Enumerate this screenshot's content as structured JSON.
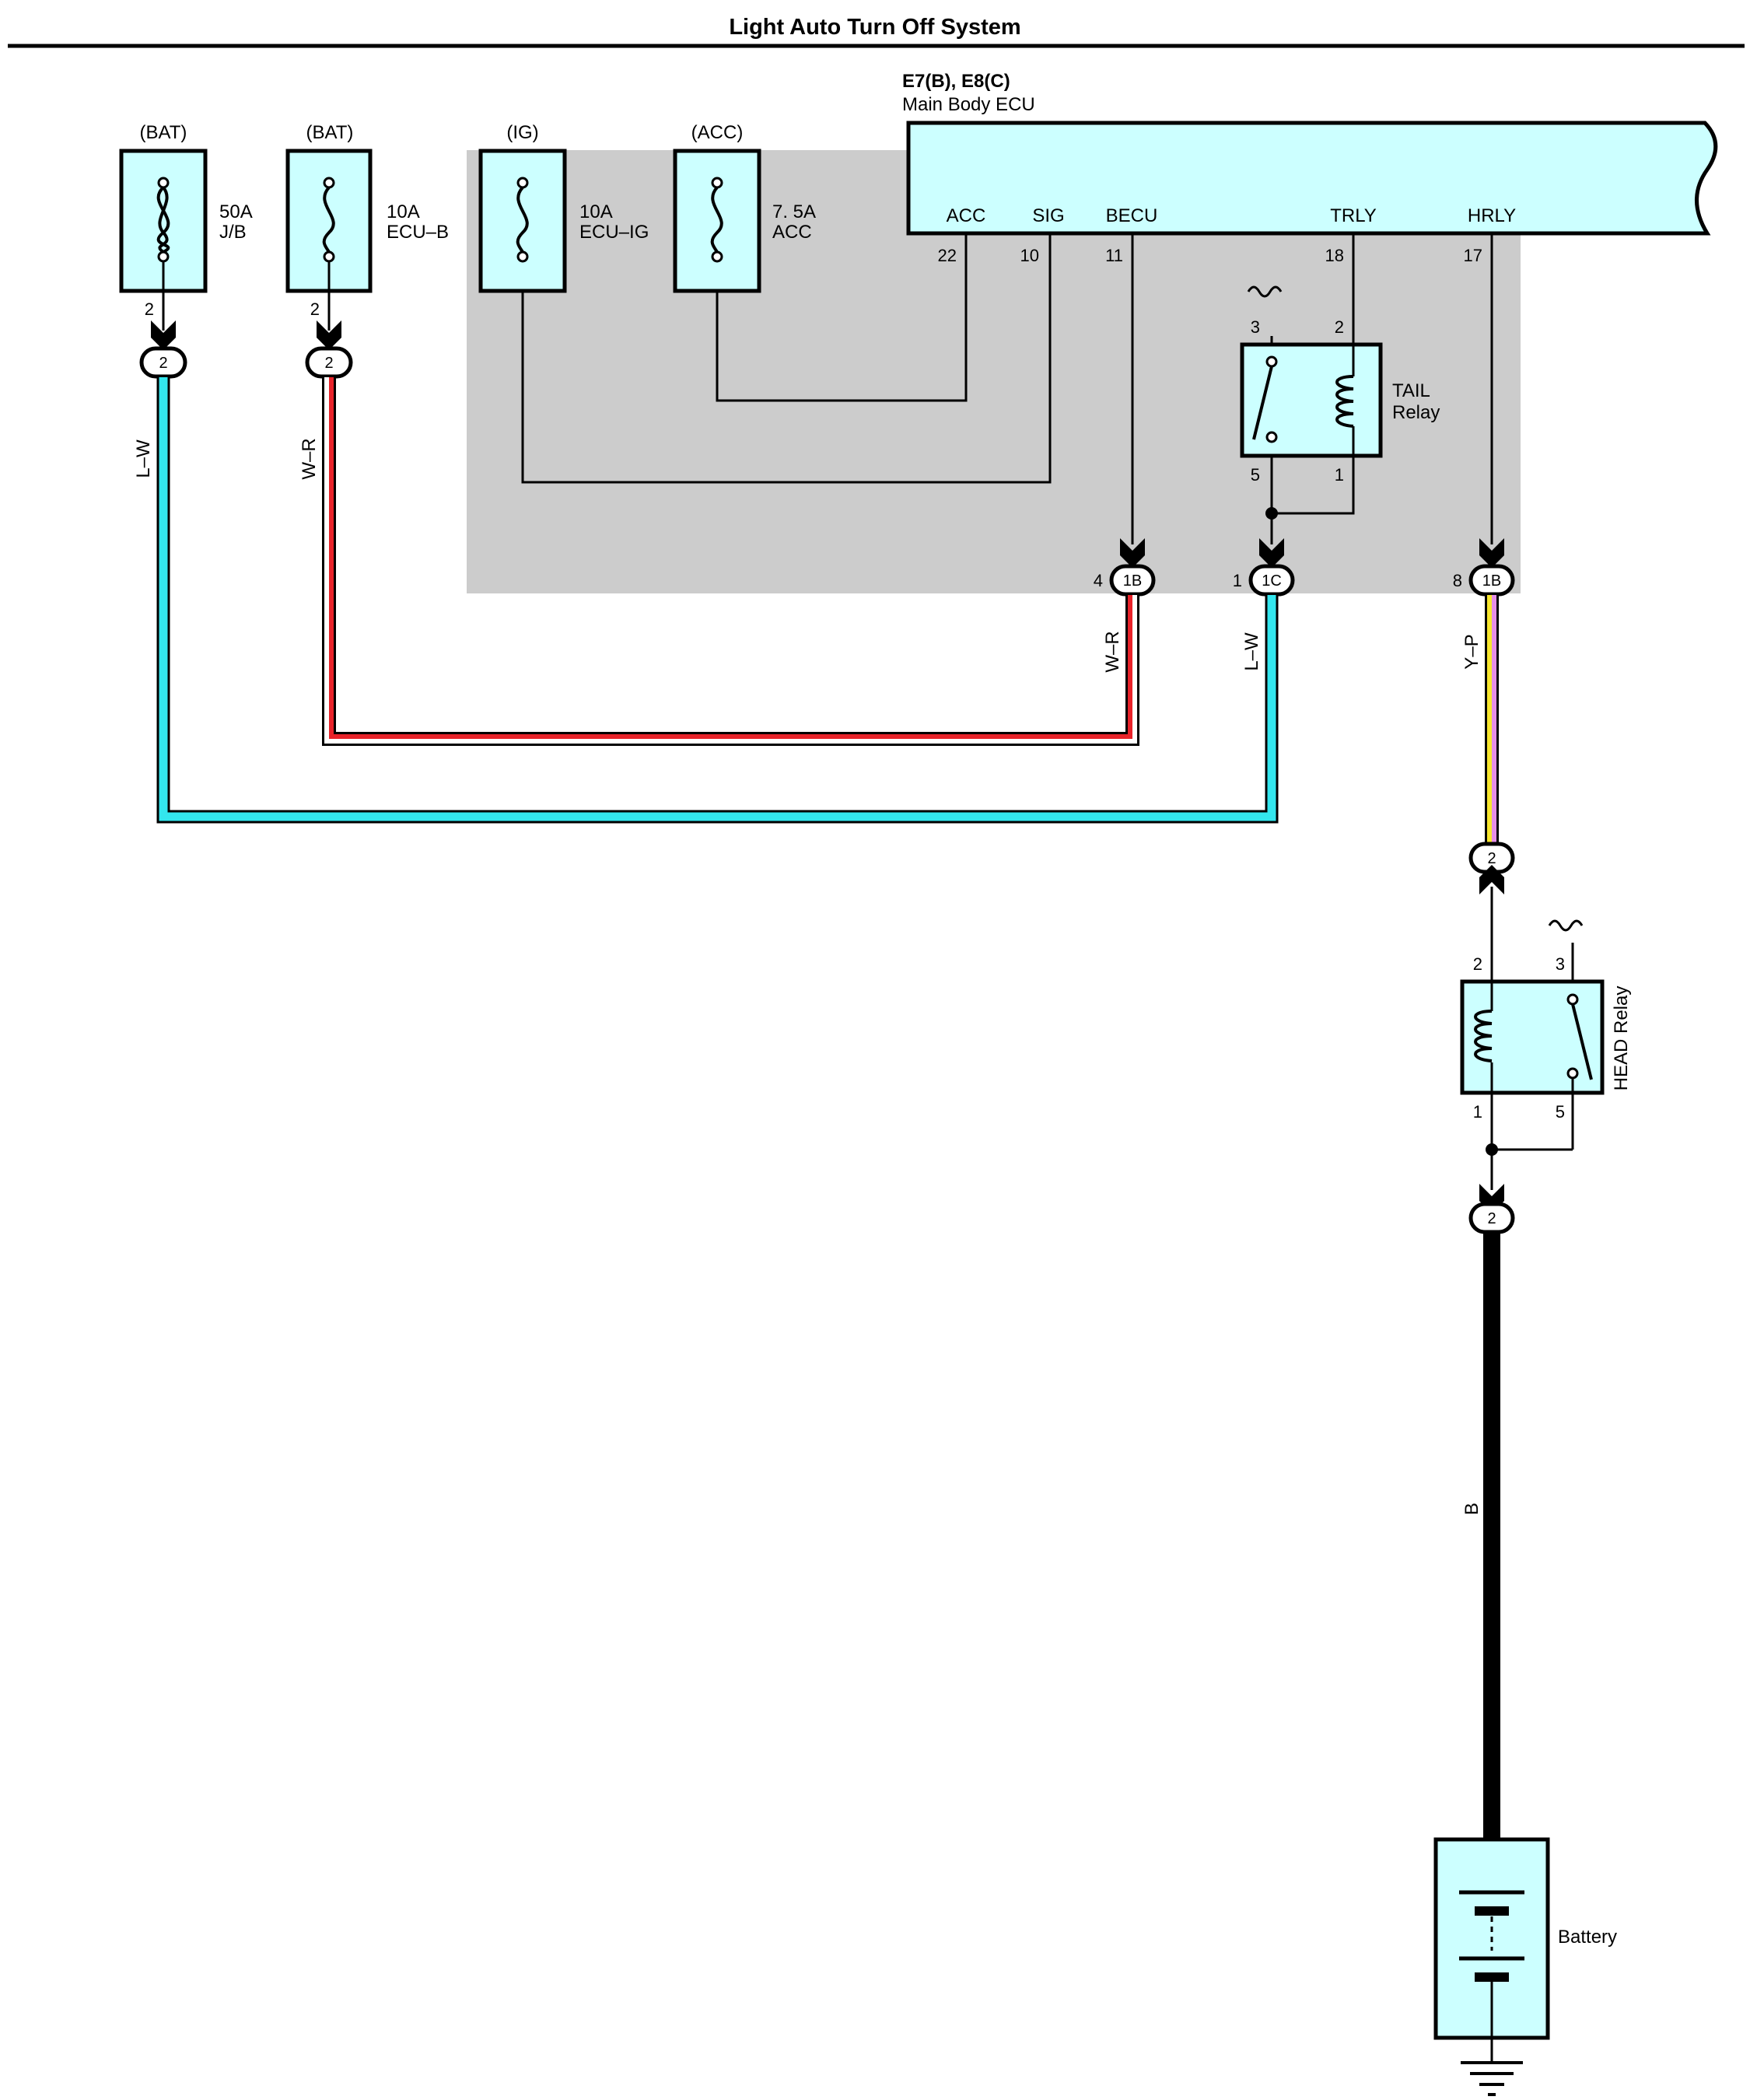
{
  "title": "Light Auto Turn Off System",
  "ecu": {
    "codes": "E7(B), E8(C)",
    "name": "Main Body ECU",
    "terminals": [
      {
        "label": "ACC",
        "pin": "22"
      },
      {
        "label": "SIG",
        "pin": "10"
      },
      {
        "label": "BECU",
        "pin": "11"
      },
      {
        "label": "TRLY",
        "pin": "18"
      },
      {
        "label": "HRLY",
        "pin": "17"
      }
    ]
  },
  "fuses": [
    {
      "source": "(BAT)",
      "rating": "50A",
      "name": "J/B",
      "pin": "2",
      "connector": "2"
    },
    {
      "source": "(BAT)",
      "rating": "10A",
      "name": "ECU–B",
      "pin": "2",
      "connector": "2"
    },
    {
      "source": "(IG)",
      "rating": "10A",
      "name": "ECU–IG"
    },
    {
      "source": "(ACC)",
      "rating": "7. 5A",
      "name": "ACC"
    }
  ],
  "tail_relay": {
    "name": "TAIL",
    "name2": "Relay",
    "pins": {
      "p3": "3",
      "p2": "2",
      "p5": "5",
      "p1": "1"
    }
  },
  "head_relay": {
    "name": "HEAD Relay",
    "pins": {
      "p2": "2",
      "p3": "3",
      "p1": "1",
      "p5": "5"
    }
  },
  "junction_connectors": [
    {
      "pin": "4",
      "code": "1B"
    },
    {
      "pin": "1",
      "code": "1C"
    },
    {
      "pin": "8",
      "code": "1B"
    }
  ],
  "head_connectors": {
    "top": "2",
    "bottom": "2"
  },
  "wires": [
    {
      "color_code": "L–W",
      "colors": [
        "#33e6ee"
      ]
    },
    {
      "color_code": "W–R",
      "colors": [
        "#ffffff",
        "#e8232a"
      ]
    },
    {
      "color_code": "Y–P",
      "colors": [
        "#f7e62e",
        "#e58ee8"
      ]
    },
    {
      "color_code": "B",
      "colors": [
        "#000000"
      ]
    }
  ],
  "battery": {
    "label": "Battery"
  },
  "colors": {
    "component_fill": "#ccffff",
    "ecu_shade": "#cccccc"
  }
}
